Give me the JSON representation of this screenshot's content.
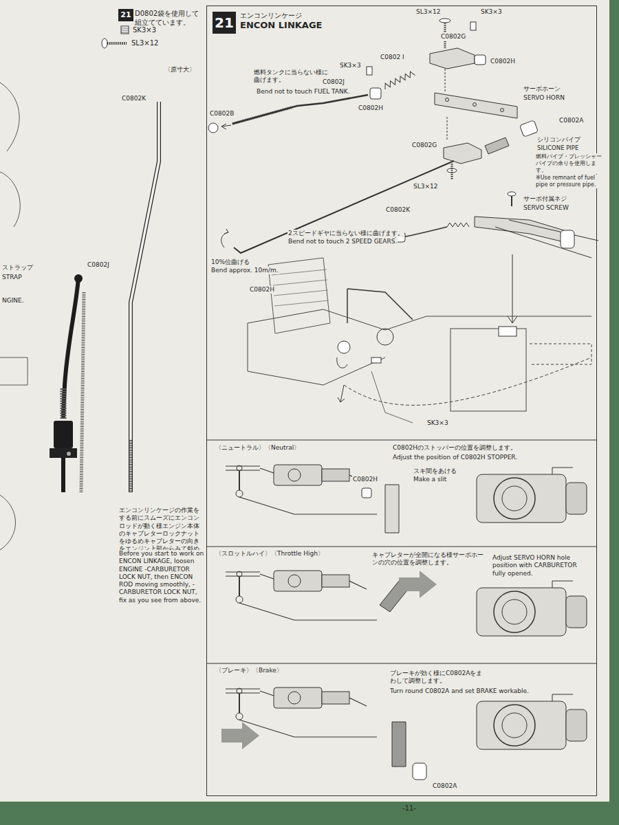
{
  "diagram": {
    "nodes": [
      {
        "text": [
          "21"
        ]
      },
      {
        "text": [
          "エンコンリンケージ",
          "ENCON LINKAGE"
        ]
      },
      {
        "text": [
          "21"
        ],
        "in": 1
      }
    ],
    "labels": [
      "D0802袋を使用して組立てています。",
      "SK3×3",
      "SL3×12",
      "〈原寸大〉",
      "C0802K",
      "C0802J",
      "ストラップ",
      "STRAP",
      "NGINE.",
      "エンコンリンケージの作業をする前にスムーズにエンコンロッドが動く様エンジン本体のキャブレターロックナットをゆるめキャブレターの向きをエンジン上部からみて斜めに固定してください。",
      "Before you start to work on ENCON LINKAGE, loosen ENGINE -CARBURETOR LOCK NUT, then ENCON ROD moving smoothly, -CARBURETOR LOCK NUT, fix as you see from above.",
      "SL3×12",
      "SK3×3",
      "SK3×3",
      "C0802 I",
      "C0802G",
      "C0802H",
      "燃料タンクに当らない様に曲げます。",
      "Bend not to touch FUEL TANK.",
      "C0802J",
      "C0802H",
      "サーボホーン",
      "SERVO HORN",
      "C0802B",
      "C0802A",
      "C0802G",
      "シリコンパイプ",
      "SILICONE PIPE",
      "燃料パイプ・プレッシャーパイプの余りを使用します。",
      "※Use remnant of fuel pipe or pressure pipe.",
      "SL3×12",
      "サーボ付属ネジ",
      "SERVO SCREW",
      "C0802K",
      "10%位曲げる",
      "Bend approx. 10m/m.",
      "2スピードギヤに当らない様に曲げます。",
      "Bend not to touch 2 SPEED GEARS.",
      "C0802H",
      "SK3×3",
      "〈ニュートラル〉〈Neutral〉",
      "C0802Hのストッパーの位置を調整します。",
      "Adjust the position of C0802H STOPPER.",
      "C0802H",
      "スキ間をあける",
      "Make a slit",
      "〈スロットルハイ〉〈Throttle High〉",
      "キャブレターが全開になる様サーボホーンの穴の位置を調整します。",
      "Adjust SERVO HORN hole position with CARBURETOR fully opened.",
      "〈ブレーキ〉〈Brake〉",
      "ブレーキが効く様にC0802Aをまわして調整します。",
      "Turn round C0802A and set BRAKE workable.",
      "C0802A",
      "-11-"
    ]
  }
}
